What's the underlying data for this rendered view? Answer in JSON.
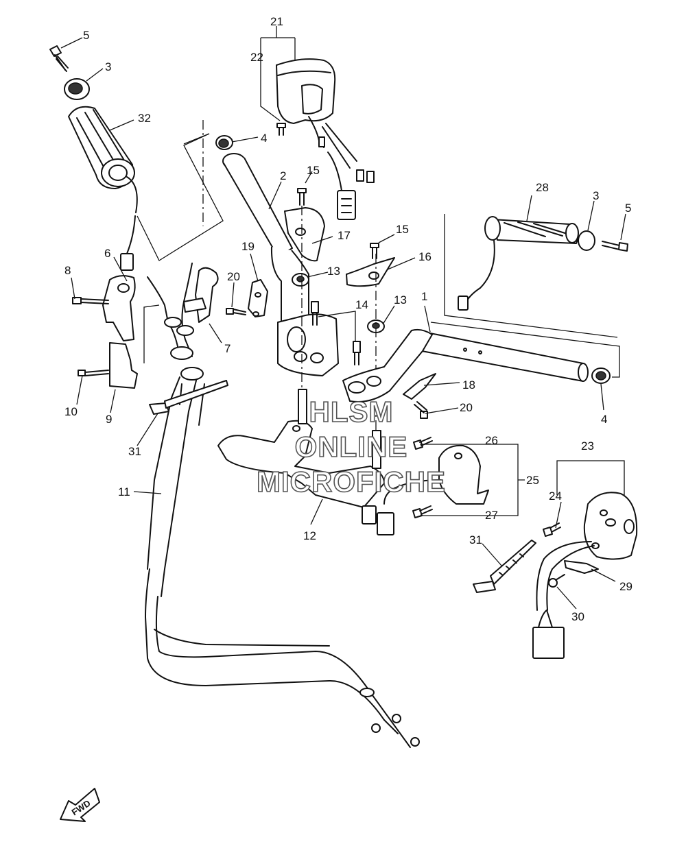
{
  "watermark": {
    "line1": "HLSM",
    "line2": "ONLINE",
    "line3": "MICROFICHE"
  },
  "fwd_label": "FWD",
  "callouts": [
    {
      "id": "c5a",
      "text": "5"
    },
    {
      "id": "c3a",
      "text": "3"
    },
    {
      "id": "c32",
      "text": "32"
    },
    {
      "id": "c4a",
      "text": "4"
    },
    {
      "id": "c21",
      "text": "21"
    },
    {
      "id": "c22",
      "text": "22"
    },
    {
      "id": "c2",
      "text": "2"
    },
    {
      "id": "c15a",
      "text": "15"
    },
    {
      "id": "c17",
      "text": "17"
    },
    {
      "id": "c28",
      "text": "28"
    },
    {
      "id": "c3b",
      "text": "3"
    },
    {
      "id": "c5b",
      "text": "5"
    },
    {
      "id": "c15b",
      "text": "15"
    },
    {
      "id": "c16",
      "text": "16"
    },
    {
      "id": "c6",
      "text": "6"
    },
    {
      "id": "c8",
      "text": "8"
    },
    {
      "id": "c19",
      "text": "19"
    },
    {
      "id": "c20a",
      "text": "20"
    },
    {
      "id": "c13a",
      "text": "13"
    },
    {
      "id": "c7",
      "text": "7"
    },
    {
      "id": "c14",
      "text": "14"
    },
    {
      "id": "c13b",
      "text": "13"
    },
    {
      "id": "c1",
      "text": "1"
    },
    {
      "id": "c10",
      "text": "10"
    },
    {
      "id": "c9",
      "text": "9"
    },
    {
      "id": "c18",
      "text": "18"
    },
    {
      "id": "c20b",
      "text": "20"
    },
    {
      "id": "c4b",
      "text": "4"
    },
    {
      "id": "c31a",
      "text": "31"
    },
    {
      "id": "c26",
      "text": "26"
    },
    {
      "id": "c23",
      "text": "23"
    },
    {
      "id": "c25",
      "text": "25"
    },
    {
      "id": "c11",
      "text": "11"
    },
    {
      "id": "c24",
      "text": "24"
    },
    {
      "id": "c27",
      "text": "27"
    },
    {
      "id": "c12",
      "text": "12"
    },
    {
      "id": "c31b",
      "text": "31"
    },
    {
      "id": "c29",
      "text": "29"
    },
    {
      "id": "c30",
      "text": "30"
    }
  ]
}
